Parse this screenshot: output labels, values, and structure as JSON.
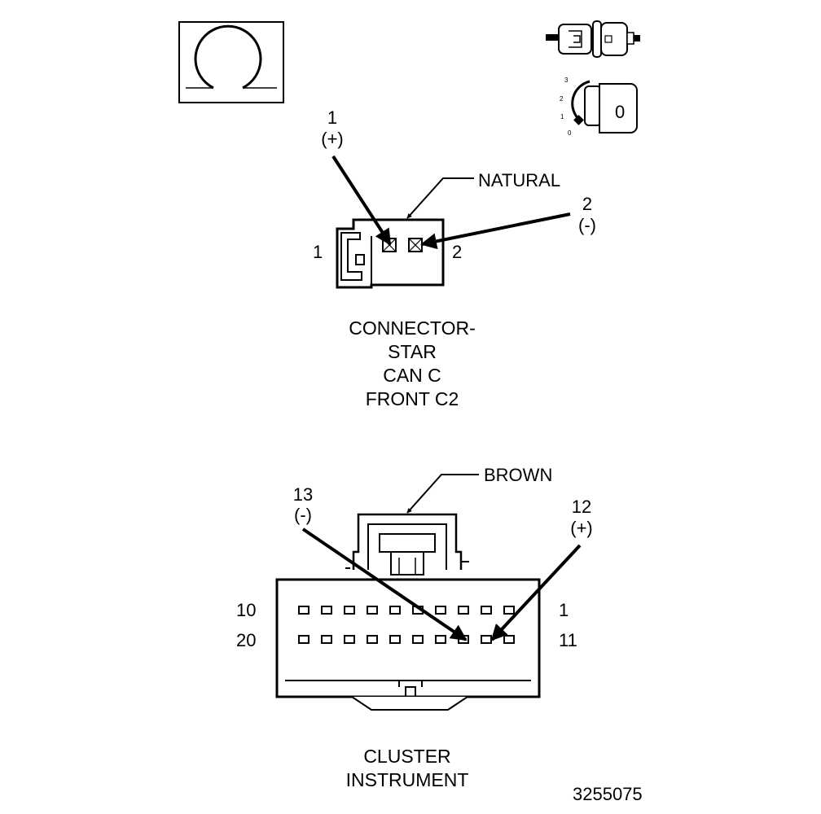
{
  "meter_icon": {
    "name": "ohmmeter-symbol-icon"
  },
  "key_icon": {
    "name": "ignition-key-off-icon",
    "positions": [
      "3",
      "2",
      "1",
      "0"
    ],
    "key_label": "0"
  },
  "connector1": {
    "color_label": "NATURAL",
    "pin1": {
      "num": "1",
      "polarity": "(+)"
    },
    "pin2": {
      "num": "2",
      "polarity": "(-)"
    },
    "side_left": "1",
    "side_right": "2",
    "caption": [
      "CONNECTOR-",
      "STAR",
      "CAN C",
      "FRONT C2"
    ]
  },
  "connector2": {
    "color_label": "BROWN",
    "pin13": {
      "num": "13",
      "polarity": "(-)"
    },
    "pin12": {
      "num": "12",
      "polarity": "(+)"
    },
    "row_top_left": "10",
    "row_top_right": "1",
    "row_bottom_left": "20",
    "row_bottom_right": "11",
    "caption": [
      "CLUSTER",
      "INSTRUMENT"
    ]
  },
  "figure_number": "3255075"
}
